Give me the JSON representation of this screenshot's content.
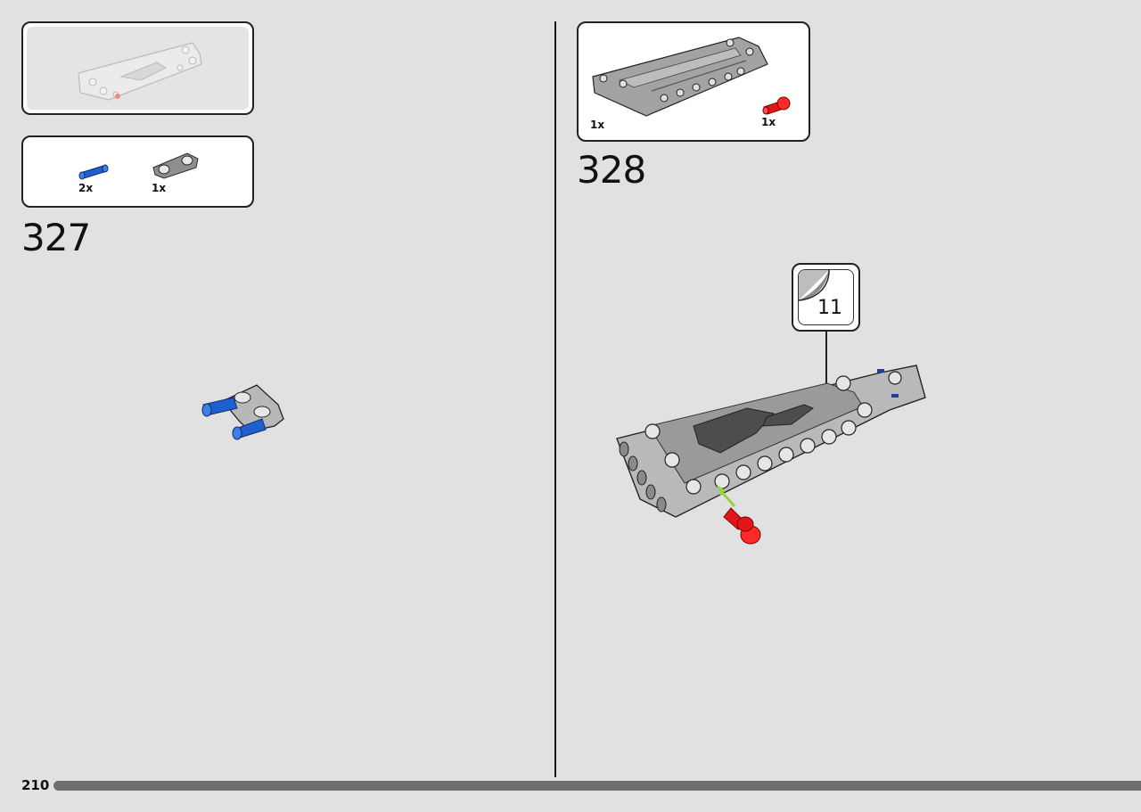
{
  "page": {
    "number": "210"
  },
  "left": {
    "step_number": "327",
    "parts": [
      {
        "icon": "blue-axle-pin-icon",
        "qty": "2x"
      },
      {
        "icon": "gray-connector-icon",
        "qty": "1x"
      }
    ]
  },
  "right": {
    "step_number": "328",
    "parts": [
      {
        "icon": "gray-panel-icon",
        "qty": "1x"
      },
      {
        "icon": "red-pin-icon",
        "qty": "1x"
      }
    ],
    "sticker": {
      "number": "11"
    }
  },
  "colors": {
    "background": "#e1e1e1",
    "blue": "#1f5fd0",
    "red": "#e21818",
    "gray": "#9c9c9c"
  }
}
